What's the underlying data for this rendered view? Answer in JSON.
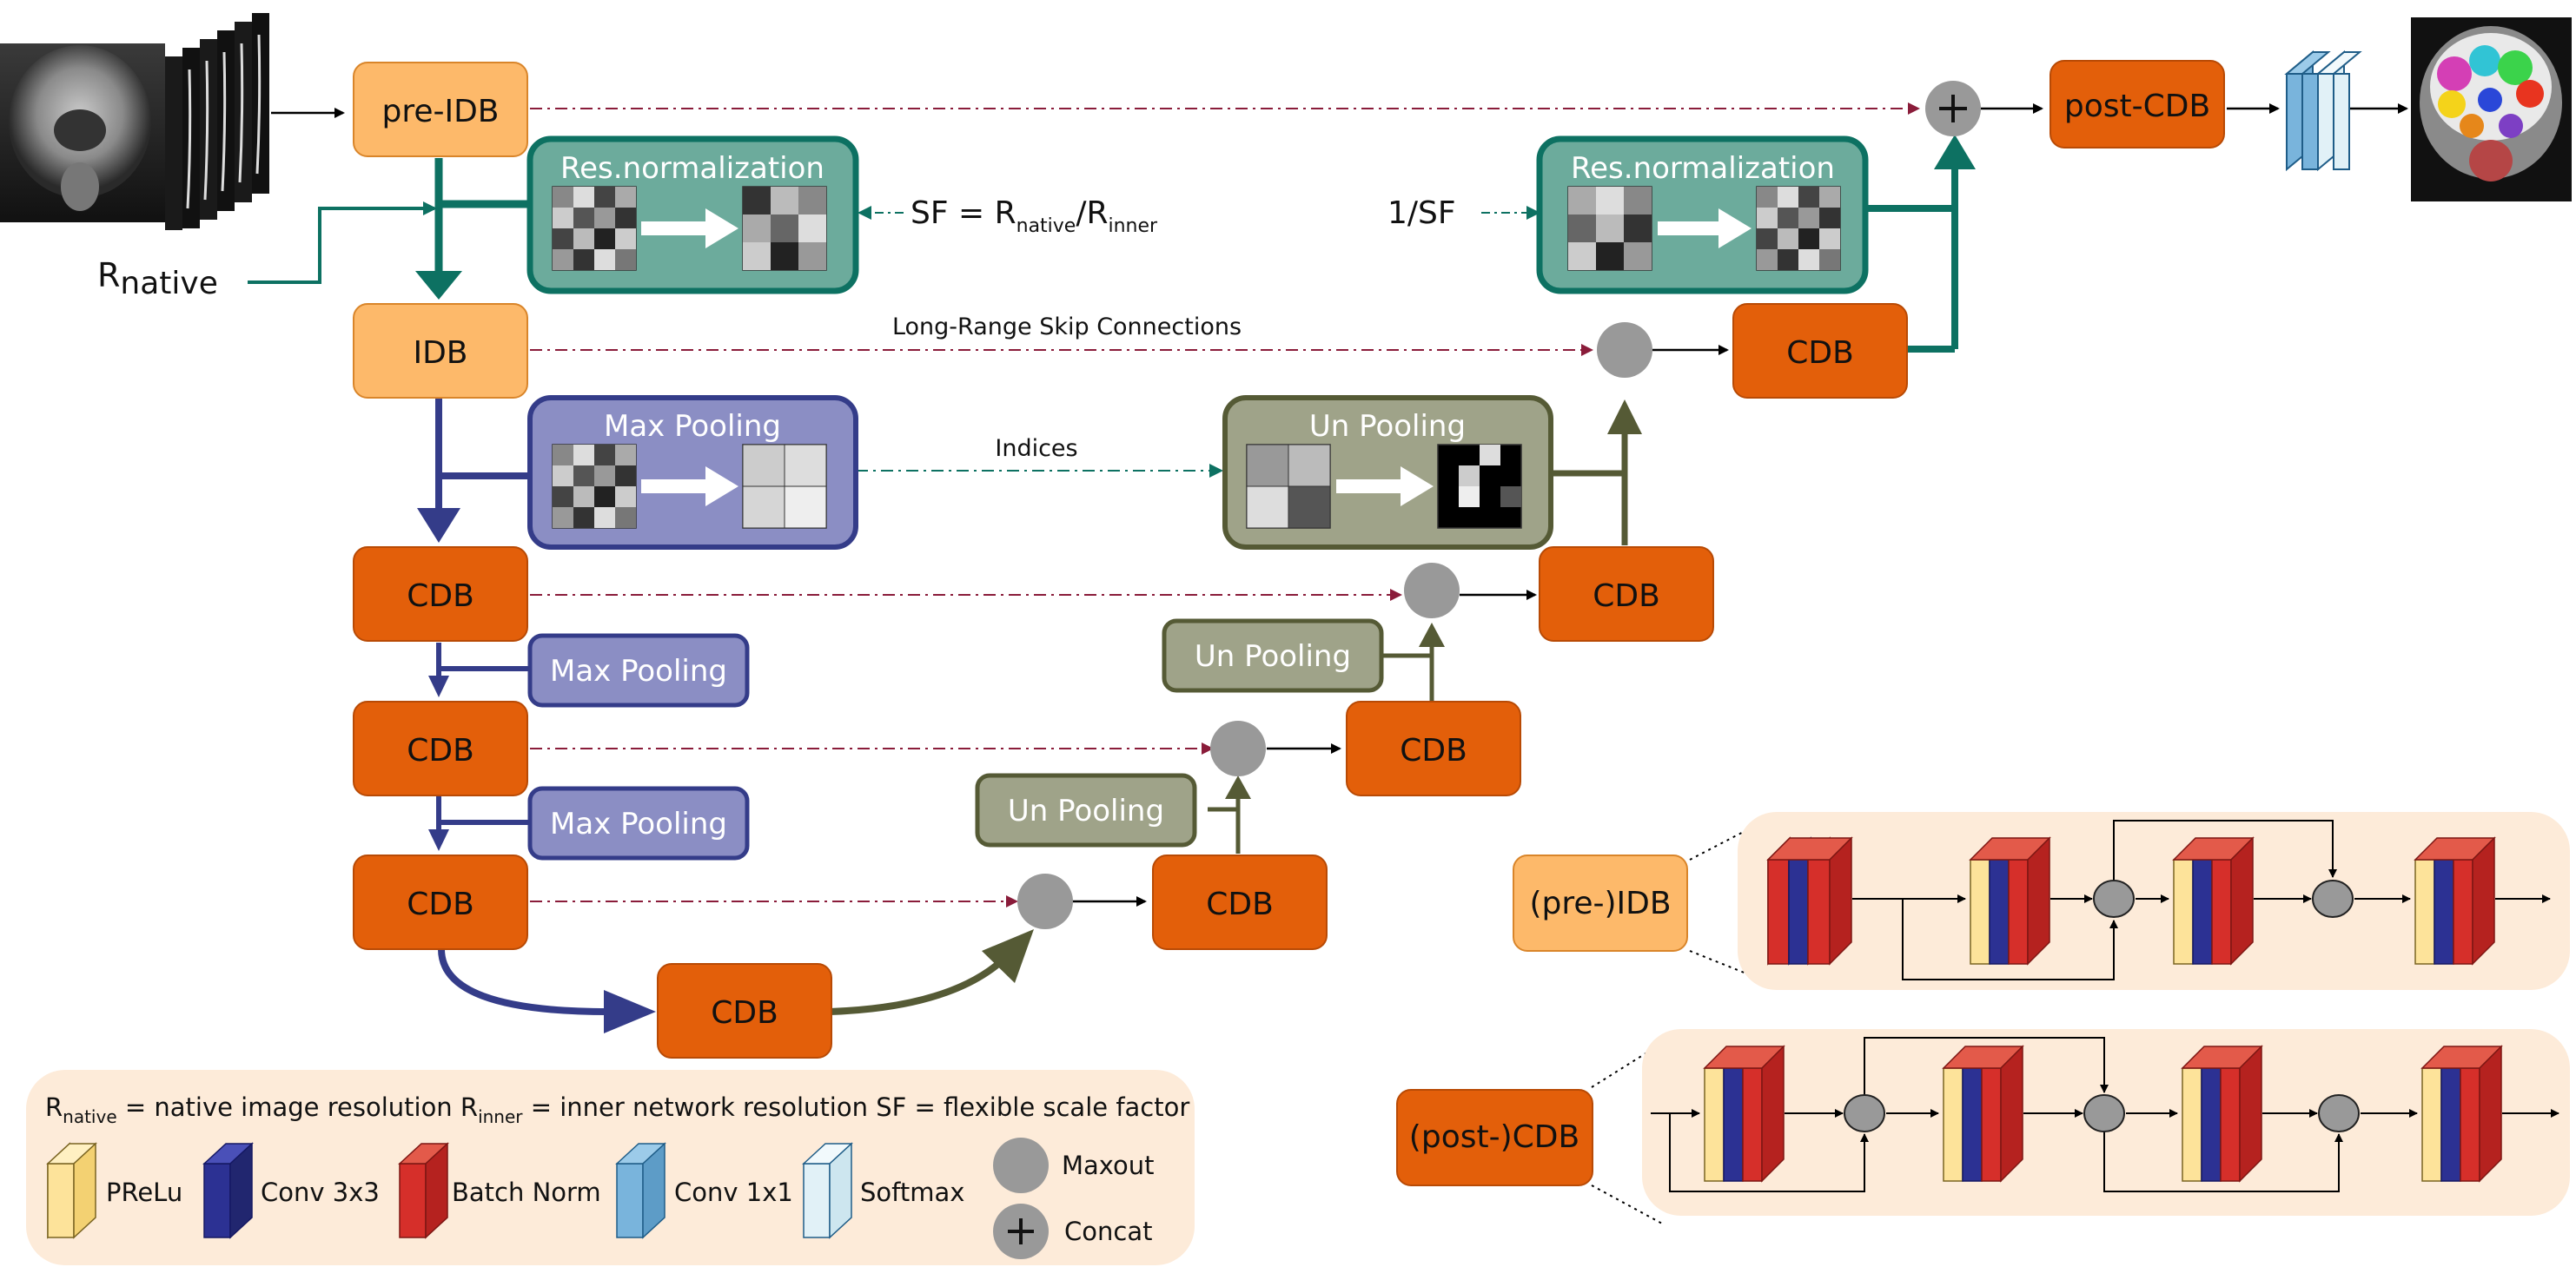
{
  "blocks": {
    "pre_idb": "pre-IDB",
    "idb": "IDB",
    "cdb": "CDB",
    "post_cdb": "post-CDB"
  },
  "ops": {
    "res_norm": "Res.normalization",
    "max_pooling": "Max Pooling",
    "un_pooling": "Un Pooling"
  },
  "labels": {
    "r_native": "R",
    "r_native_sub": "native",
    "sf_lhs": "SF = R",
    "sf_native_sub": "native",
    "sf_div": "/R",
    "sf_inner_sub": "inner",
    "inv_sf": "1/SF",
    "long_range": "Long-Range Skip Connections",
    "indices": "Indices",
    "pre_idb_legend": "(pre-)IDB",
    "post_cdb_legend": "(post-)CDB"
  },
  "legend": {
    "def_r": "R",
    "def_r_sub": "native",
    "def_r_text": " = native image resolution  R",
    "def_inner_sub": "inner",
    "def_inner_text": " = inner network resolution  SF = flexible scale factor",
    "prelu": "PReLu",
    "conv3": "Conv 3x3",
    "bn": "Batch Norm",
    "conv1": "Conv 1x1",
    "softmax": "Softmax",
    "maxout": "Maxout",
    "concat": "Concat"
  },
  "colors": {
    "light_block": "#fdb96a",
    "dark_block": "#e35f0a",
    "teal": "#0d7162",
    "teal_fill": "#6cab9c",
    "blue": "#343c89",
    "blue_fill": "#8b8ec4",
    "olive": "#555a35",
    "olive_fill": "#9fa389",
    "skip_red": "#8a1c3a",
    "legend_bg": "#fdebd9",
    "prelu": "#fde39a",
    "conv3": "#2c3193",
    "bn": "#d62f2a",
    "conv1": "#79b4dc",
    "softmax": "#e1f1f7",
    "maxout": "#999999"
  }
}
